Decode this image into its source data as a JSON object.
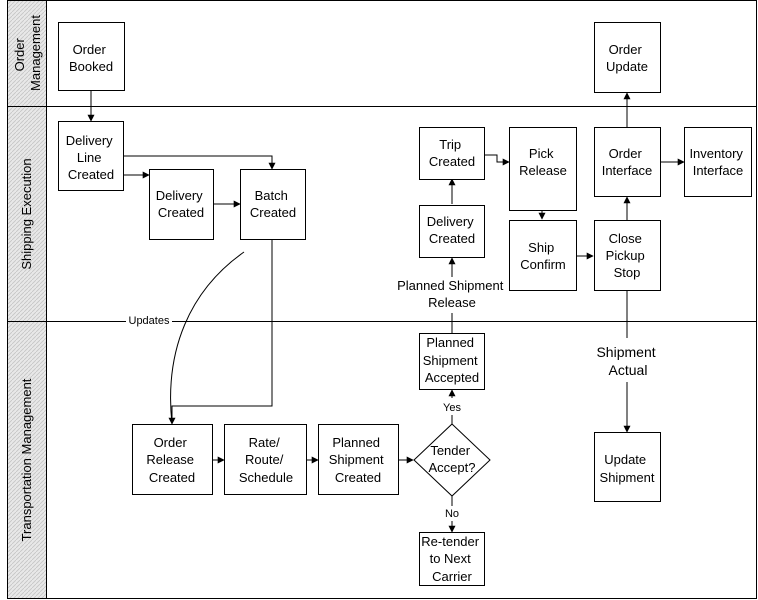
{
  "lanes": [
    {
      "id": "order",
      "label": [
        "Order",
        "Management"
      ]
    },
    {
      "id": "shipping",
      "label": [
        "Shipping Execution"
      ]
    },
    {
      "id": "transport",
      "label": [
        "Transportation Management"
      ]
    }
  ],
  "nodes": {
    "order_booked": [
      "Order",
      "Booked"
    ],
    "order_update": [
      "Order",
      "Update"
    ],
    "delivery_line_created": [
      "Delivery",
      "Line",
      "Created"
    ],
    "delivery_created_1": [
      "Delivery",
      "Created"
    ],
    "batch_created": [
      "Batch",
      "Created"
    ],
    "trip_created": [
      "Trip",
      "Created"
    ],
    "pick_release": [
      "Pick",
      "Release"
    ],
    "order_interface": [
      "Order",
      "Interface"
    ],
    "inventory_interface": [
      "Inventory",
      "Interface"
    ],
    "delivery_created_2": [
      "Delivery",
      "Created"
    ],
    "ship_confirm": [
      "Ship",
      "Confirm"
    ],
    "close_pickup_stop": [
      "Close",
      "Pickup",
      "Stop"
    ],
    "planned_shipment_accepted": [
      "Planned",
      "Shipment",
      "Accepted"
    ],
    "order_release_created": [
      "Order",
      "Release",
      "Created"
    ],
    "rate_route_schedule": [
      "Rate/",
      "Route/",
      "Schedule"
    ],
    "planned_shipment_created": [
      "Planned",
      "Shipment",
      "Created"
    ],
    "tender_accept": [
      "Tender",
      "Accept?"
    ],
    "update_shipment": [
      "Update",
      "Shipment"
    ],
    "retender": [
      "Re-tender",
      "to Next",
      "Carrier"
    ]
  },
  "labels": {
    "updates": "Updates",
    "planned_shipment_release": [
      "Planned Shipment",
      "Release"
    ],
    "shipment_actual": [
      "Shipment",
      "Actual"
    ],
    "yes": "Yes",
    "no": "No"
  }
}
